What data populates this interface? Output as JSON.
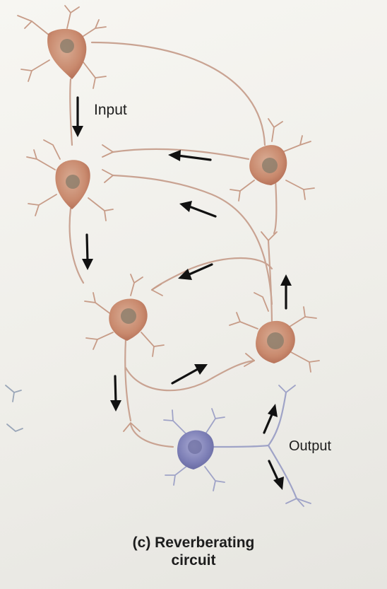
{
  "labels": {
    "input": "Input",
    "output": "Output"
  },
  "caption": {
    "line1": "(c) Reverberating",
    "line2": "circuit"
  },
  "colors": {
    "background": "#f4f3ef",
    "excitatory_neuron": "#c98a6e",
    "excitatory_nucleus": "#8e7f6c",
    "inhibitory_neuron": "#7d7fb6",
    "axon": "#c9a392",
    "dendrite_tips": "#8f93a6",
    "arrow": "#111111"
  },
  "icons": {
    "neuron": "neuron-cell-body",
    "arrow": "signal-direction-arrow"
  }
}
